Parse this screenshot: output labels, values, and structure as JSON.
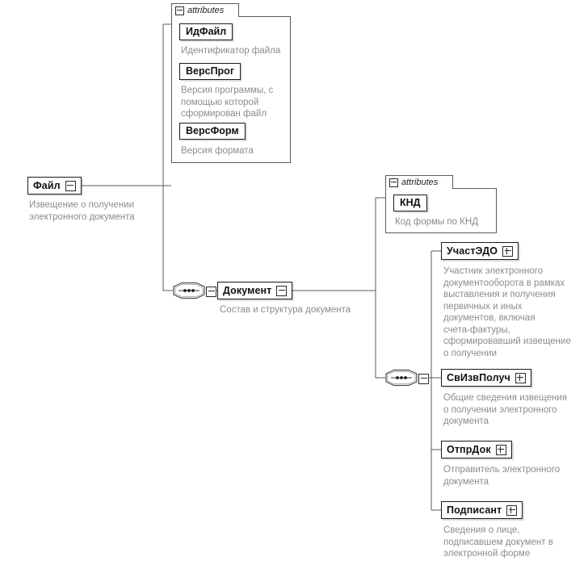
{
  "diagram": {
    "title": "XML Schema structure: Извещение о получении электронного документа",
    "line_color": "#5a5a5a",
    "box_border_color": "#1a1a1a",
    "description_color": "#8c8c8c",
    "background": "#ffffff"
  },
  "root": {
    "name": "Файл",
    "toggle": "minus-toggle",
    "description": "Извещение о получении\nэлектронного документа"
  },
  "file_attributes": {
    "tab_label": "attributes",
    "tab_toggle": "minus-toggle",
    "items": [
      {
        "name": "ИдФайл",
        "description": "Идентификатор файла"
      },
      {
        "name": "ВерсПрог",
        "description": "Версия программы, с\nпомощью которой\nсформирован файл"
      },
      {
        "name": "ВерсФорм",
        "description": "Версия формата"
      }
    ]
  },
  "document": {
    "sequence_icon": "sequence-compositor",
    "sequence_toggle": "minus-toggle",
    "name": "Документ",
    "toggle": "minus-toggle",
    "description": "Состав и структура документа"
  },
  "document_attributes": {
    "tab_label": "attributes",
    "tab_toggle": "minus-toggle",
    "items": [
      {
        "name": "КНД",
        "description": "Код формы по КНД"
      }
    ]
  },
  "document_children": {
    "sequence_icon": "sequence-compositor",
    "sequence_toggle": "minus-toggle",
    "items": [
      {
        "name": "УчастЭДО",
        "toggle": "plus-toggle",
        "description": "Участник электронного\nдокументооборота в рамках\nвыставления и получения\nпервичных и иных\nдокументов, включая\nсчета-фактуры,\nсформировавший извещение\nо получении"
      },
      {
        "name": "СвИзвПолуч",
        "toggle": "plus-toggle",
        "description": "Общие сведения извещения\nо получении электронного\nдокумента"
      },
      {
        "name": "ОтпрДок",
        "toggle": "plus-toggle",
        "description": "Отправитель электронного\nдокумента"
      },
      {
        "name": "Подписант",
        "toggle": "plus-toggle",
        "description": "Сведения о лице,\nподписавшем документ в\nэлектронной форме"
      }
    ]
  }
}
